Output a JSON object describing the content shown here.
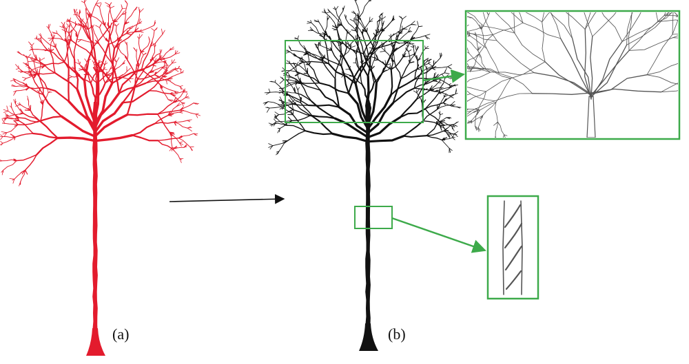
{
  "figure": {
    "panels": [
      {
        "id": "a",
        "label": "(a)",
        "color": "#e31b2d"
      },
      {
        "id": "b",
        "label": "(b)",
        "color": "#111111"
      }
    ],
    "colors": {
      "point_cloud": "#e31b2d",
      "skeleton": "#111111",
      "zoom_box": "#3daa4a",
      "detail_lines": "#555555",
      "arrow": "#111111"
    },
    "zoom_insets": [
      {
        "id": "crown",
        "target": "crown-region"
      },
      {
        "id": "trunk",
        "target": "trunk-segment"
      }
    ]
  }
}
